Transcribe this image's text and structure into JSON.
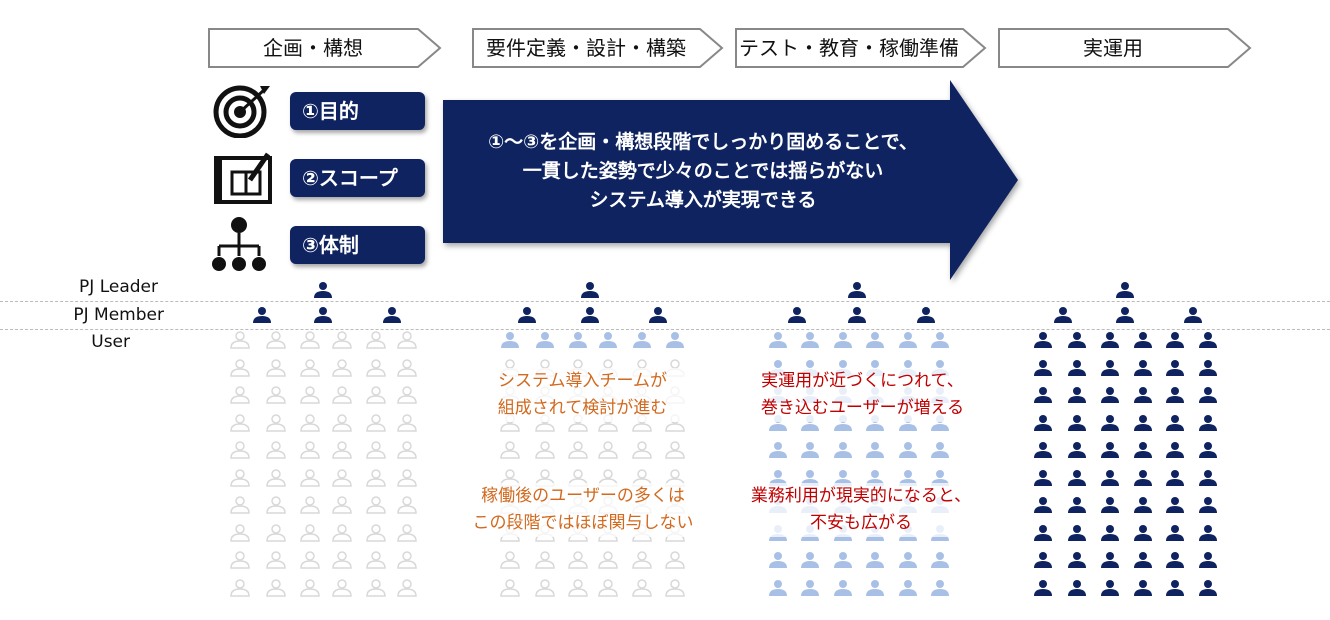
{
  "phases": [
    {
      "label": "企画・構想"
    },
    {
      "label": "要件定義・設計・構築"
    },
    {
      "label": "テスト・教育・稼働準備"
    },
    {
      "label": "実運用"
    }
  ],
  "pillars": [
    {
      "label": "①目的",
      "icon": "target-icon"
    },
    {
      "label": "②スコープ",
      "icon": "blueprint-icon"
    },
    {
      "label": "③体制",
      "icon": "org-chart-icon"
    }
  ],
  "arrow_message": {
    "line1": "①〜③を企画・構想段階でしっかり固めることで、",
    "line2": "一貫した姿勢で少々のことでは揺らがない",
    "line3": "システム導入が実現できる"
  },
  "roles": {
    "leader": "PJ Leader",
    "member": "PJ Member",
    "user": "User"
  },
  "notes": {
    "phase2_top": {
      "line1": "システム導入チームが",
      "line2": "組成されて検討が進む"
    },
    "phase2_bottom": {
      "line1": "稼働後のユーザーの多くは",
      "line2": "この段階ではほぼ関与しない"
    },
    "phase3_top": {
      "line1": "実運用が近づくにつれて、",
      "line2": "巻き込むユーザーが増える"
    },
    "phase3_bottom": {
      "line1": "業務利用が現実的になると、",
      "line2": "不安も広がる"
    }
  },
  "colors": {
    "navy": "#0e2360",
    "light_blue": "#a9c0e6",
    "gray": "#e6e6e6",
    "orange": "#d2691e",
    "red": "#c00000"
  }
}
